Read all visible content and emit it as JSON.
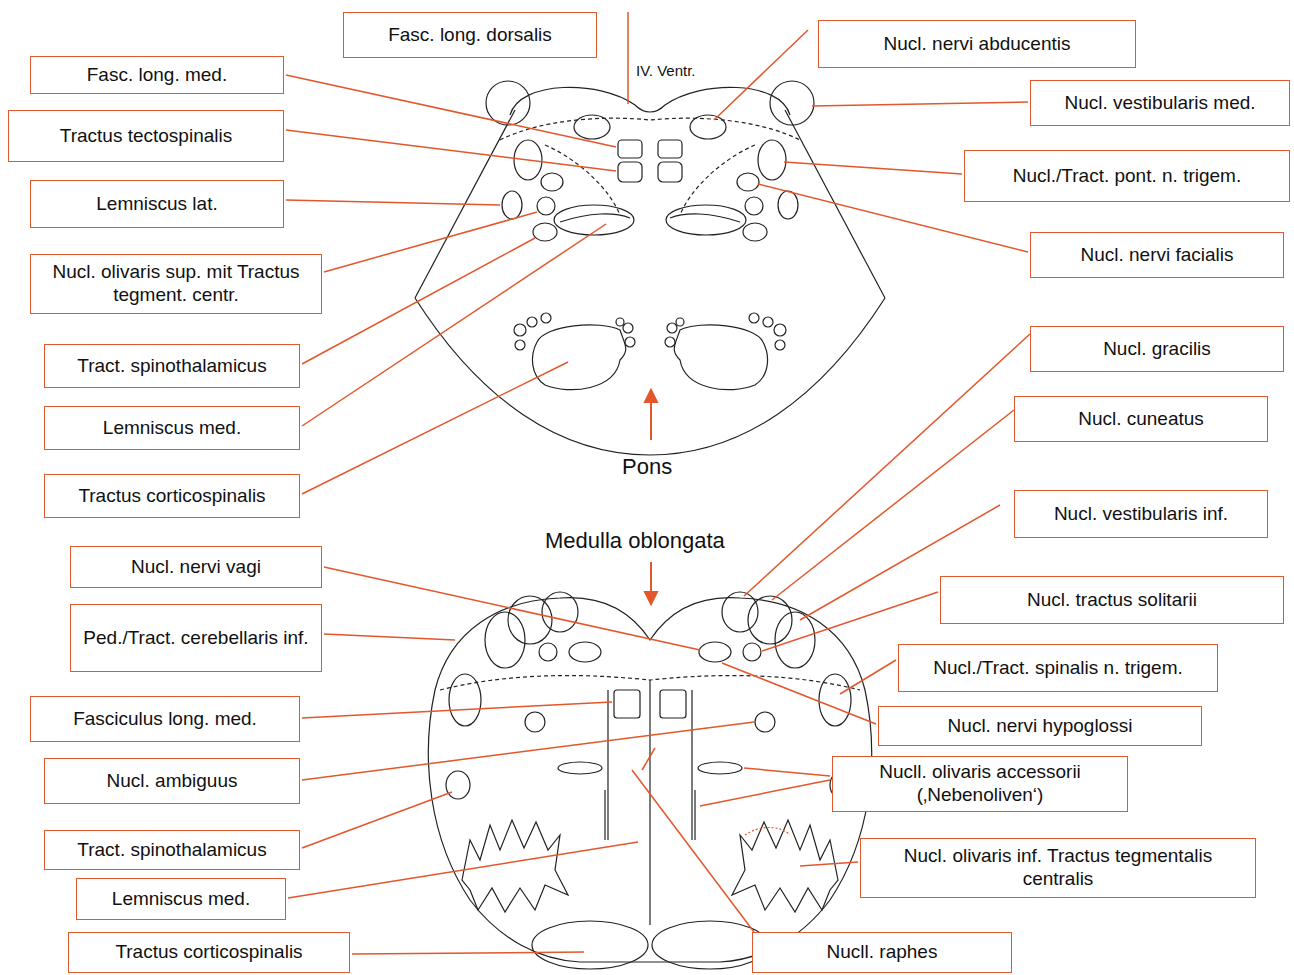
{
  "diagram": {
    "nodes": [
      {
        "text": [
          "Fasc. long. dorsalis"
        ]
      },
      {
        "text": [
          "Nucl. nervi abducentis"
        ]
      },
      {
        "text": [
          "Fasc. long. med."
        ]
      },
      {
        "text": [
          "Nucl. vestibularis med."
        ]
      },
      {
        "text": [
          "Tractus tectospinalis"
        ]
      },
      {
        "text": [
          "Nucl./Tract. pont. n. trigem."
        ]
      },
      {
        "text": [
          "Lemniscus lat."
        ]
      },
      {
        "text": [
          "Nucl. nervi facialis"
        ]
      },
      {
        "text": [
          "Nucl. olivaris sup. mit Tractus tegment. centr."
        ]
      },
      {
        "text": [
          "Nucl. gracilis"
        ]
      },
      {
        "text": [
          "Tract. spinothalamicus"
        ]
      },
      {
        "text": [
          "Nucl. cuneatus"
        ]
      },
      {
        "text": [
          "Lemniscus med."
        ]
      },
      {
        "text": [
          "Tractus corticospinalis"
        ]
      },
      {
        "text": [
          "Nucl. vestibularis inf."
        ]
      },
      {
        "text": [
          "Nucl. nervi vagi"
        ]
      },
      {
        "text": [
          "Nucl. tractus solitarii"
        ]
      },
      {
        "text": [
          "Ped./Tract. cerebellaris inf."
        ]
      },
      {
        "text": [
          "Nucl./Tract. spinalis n. trigem."
        ]
      },
      {
        "text": [
          "Fasciculus long. med."
        ]
      },
      {
        "text": [
          "Nucl. nervi hypoglossi"
        ]
      },
      {
        "text": [
          "Nucl. ambiguus"
        ]
      },
      {
        "text": [
          "Nucll. olivaris accessorii (‚Nebenoliven‘)"
        ]
      },
      {
        "text": [
          "Tract. spinothalamicus"
        ]
      },
      {
        "text": [
          "Nucl. olivaris inf. Tractus tegmentalis centralis"
        ]
      },
      {
        "text": [
          "Lemniscus med."
        ]
      },
      {
        "text": [
          "Tractus corticospinalis"
        ]
      },
      {
        "text": [
          "Nucll. raphes"
        ]
      }
    ],
    "labels": [
      "IV. Ventr.",
      "Pons",
      "Medulla oblongata"
    ]
  }
}
